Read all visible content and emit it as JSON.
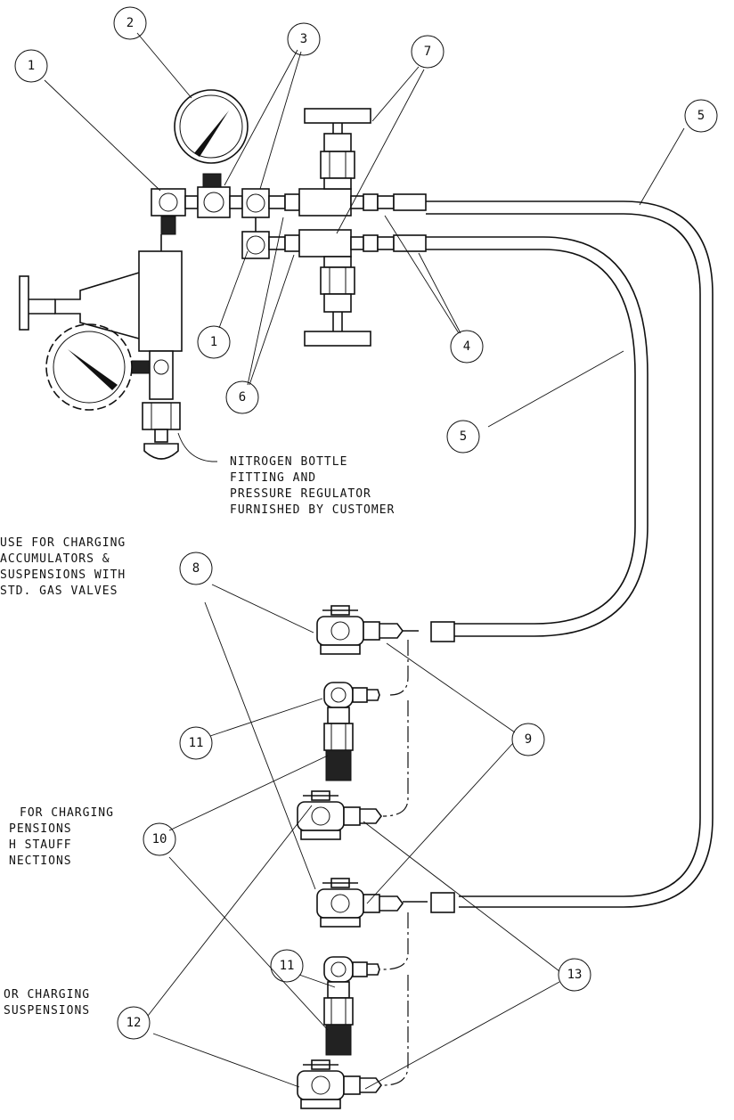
{
  "notes": {
    "nitrogen": [
      "NITROGEN BOTTLE",
      "FITTING AND",
      "PRESSURE REGULATOR",
      "FURNISHED BY CUSTOMER"
    ],
    "std_valves": [
      "USE FOR CHARGING",
      "ACCUMULATORS &",
      "SUSPENSIONS WITH",
      "STD. GAS VALVES"
    ],
    "stauff": [
      "FOR CHARGING",
      "PENSIONS",
      "H STAUFF",
      "NECTIONS"
    ],
    "suspensions": [
      "OR CHARGING",
      "SUSPENSIONS"
    ]
  },
  "callouts": [
    "1",
    "2",
    "3",
    "7",
    "5",
    "1",
    "6",
    "4",
    "5",
    "8",
    "11",
    "9",
    "10",
    "11",
    "12",
    "13"
  ],
  "colors": {
    "line": "#111111",
    "background": "#ffffff",
    "knurl": "#222222"
  }
}
